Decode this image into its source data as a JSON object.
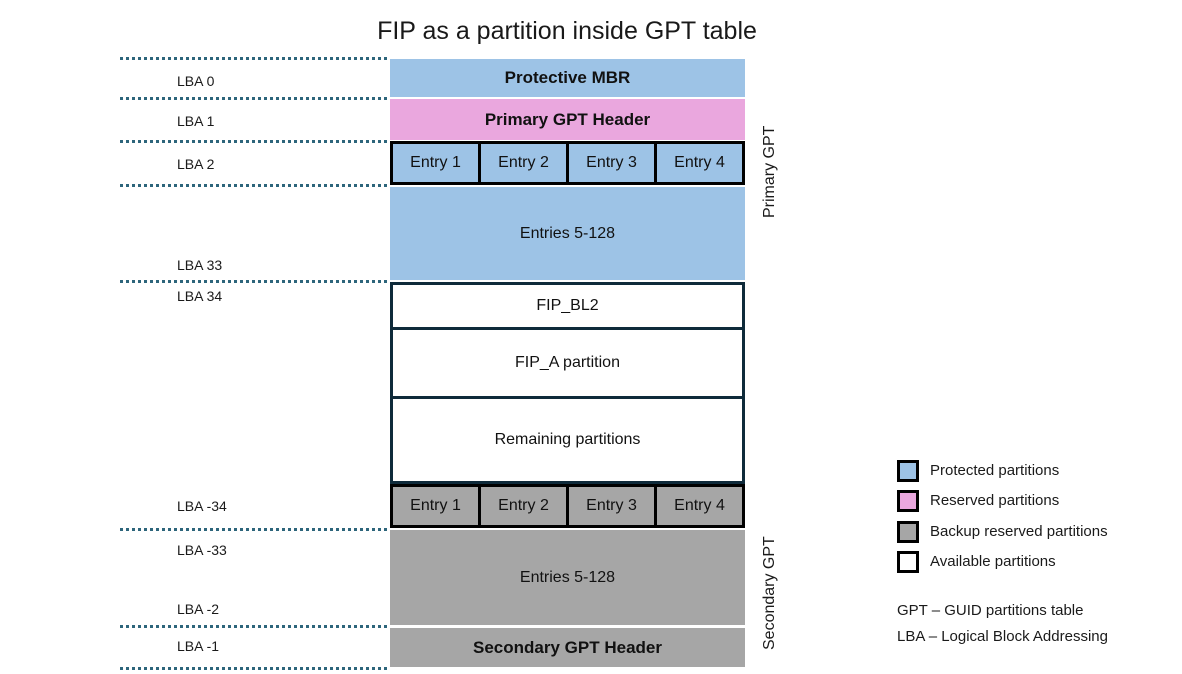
{
  "title": "FIP as a partition inside GPT table",
  "lba": [
    "LBA 0",
    "LBA 1",
    "LBA 2",
    "LBA 33",
    "LBA 34",
    "LBA -34",
    "LBA -33",
    "LBA -2",
    "LBA -1"
  ],
  "blocks": {
    "protective_mbr": "Protective MBR",
    "primary_gpt_header": "Primary GPT Header",
    "primary_entries": [
      "Entry 1",
      "Entry 2",
      "Entry 3",
      "Entry 4"
    ],
    "primary_entries_rest": "Entries 5-128",
    "fip_bl2": "FIP_BL2",
    "fip_a": "FIP_A partition",
    "remaining": "Remaining partitions",
    "secondary_entries": [
      "Entry 1",
      "Entry 2",
      "Entry 3",
      "Entry 4"
    ],
    "secondary_entries_rest": "Entries 5-128",
    "secondary_gpt_header": "Secondary GPT Header"
  },
  "side_labels": {
    "primary": "Primary GPT",
    "secondary": "Secondary GPT"
  },
  "legend": {
    "items": [
      {
        "label": "Protected partitions",
        "color": "#9DC3E6"
      },
      {
        "label": "Reserved partitions",
        "color": "#EAA7DE"
      },
      {
        "label": "Backup reserved partitions",
        "color": "#A6A6A6"
      },
      {
        "label": "Available partitions",
        "color": "#FFFFFF"
      }
    ]
  },
  "abbreviations": [
    "GPT – GUID partitions table",
    "LBA – Logical Block Addressing"
  ],
  "colors": {
    "protected": "#9DC3E6",
    "reserved": "#EAA7DE",
    "backup": "#A6A6A6",
    "available": "#FFFFFF",
    "dotted_line": "#2D657B",
    "block_border": "#0E2A3A"
  }
}
